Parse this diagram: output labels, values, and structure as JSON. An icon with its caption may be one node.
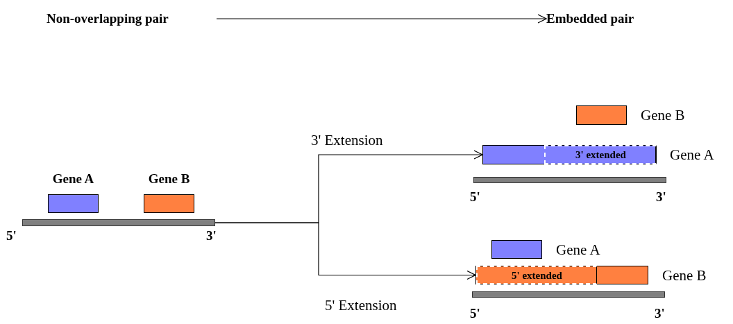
{
  "diagram": {
    "nodes": [
      {
        "text": [
          "Non-overlapping pair"
        ]
      },
      {
        "text": [
          "Embedded pair"
        ]
      },
      {
        "text": [
          "Gene A"
        ]
      },
      {
        "text": [
          "Gene B"
        ]
      },
      {
        "text": [],
        "shape": "bar",
        "beside": [
          "5'",
          "3'"
        ]
      },
      {
        "text": [
          "Gene B"
        ]
      },
      {
        "text": [
          "Gene A"
        ]
      },
      {
        "text": [
          "3' extended"
        ],
        "in": 6
      },
      {
        "text": [],
        "shape": "bar",
        "beside": [
          "5'",
          "3'"
        ]
      },
      {
        "text": [
          "Gene A"
        ]
      },
      {
        "text": [
          "Gene B"
        ]
      },
      {
        "text": [
          "5' extended"
        ],
        "in": 10
      },
      {
        "text": [],
        "shape": "bar",
        "beside": [
          "5'",
          "3'"
        ]
      }
    ],
    "edges": [
      {
        "from": 0,
        "to": 1,
        "arrow": "to"
      },
      {
        "from": 4,
        "to": 6,
        "arrow": "to",
        "label": "3' Extension"
      },
      {
        "from": 4,
        "to": 10,
        "arrow": "to",
        "label": "5' Extension"
      }
    ]
  }
}
